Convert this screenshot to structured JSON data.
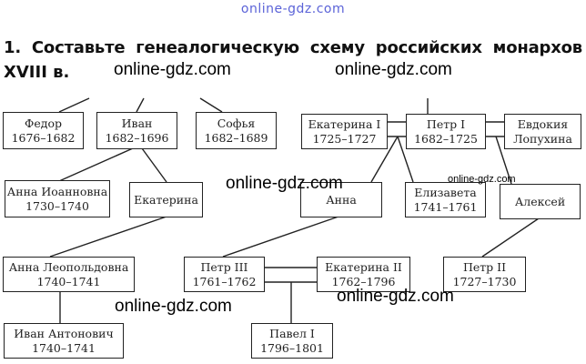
{
  "watermark_top": "online-gdz.com",
  "watermark": "online-gdz.com",
  "task": {
    "line1": "1. Составьте генеалогическую схему российских монархов",
    "line2": "XVIII в."
  },
  "boxes": {
    "fedor": {
      "name": "Федор",
      "years": "1676–1682"
    },
    "ivan": {
      "name": "Иван",
      "years": "1682–1696"
    },
    "sofya": {
      "name": "Софья",
      "years": "1682–1689"
    },
    "ekaterina1": {
      "name": "Екатерина I",
      "years": "1725–1727"
    },
    "petr1": {
      "name": "Петр I",
      "years": "1682–1725"
    },
    "evdokiya": {
      "name": "Евдокия",
      "years": "Лопухина"
    },
    "anna_ioannovna": {
      "name": "Анна Иоанновна",
      "years": "1730–1740"
    },
    "ekaterina": {
      "name": "Екатерина"
    },
    "anna": {
      "name": "Анна"
    },
    "elizaveta": {
      "name": "Елизавета",
      "years": "1741–1761"
    },
    "aleksey": {
      "name": "Алексей"
    },
    "anna_leopoldovna": {
      "name": "Анна Леопольдовна",
      "years": "1740–1741"
    },
    "petr3": {
      "name": "Петр III",
      "years": "1761–1762"
    },
    "ekaterina2": {
      "name": "Екатерина II",
      "years": "1762–1796"
    },
    "petr2": {
      "name": "Петр II",
      "years": "1727–1730"
    },
    "ivan_antonovich": {
      "name": "Иван Антонович",
      "years": "1740–1741"
    },
    "pavel1": {
      "name": "Павел I",
      "years": "1796–1801"
    }
  }
}
